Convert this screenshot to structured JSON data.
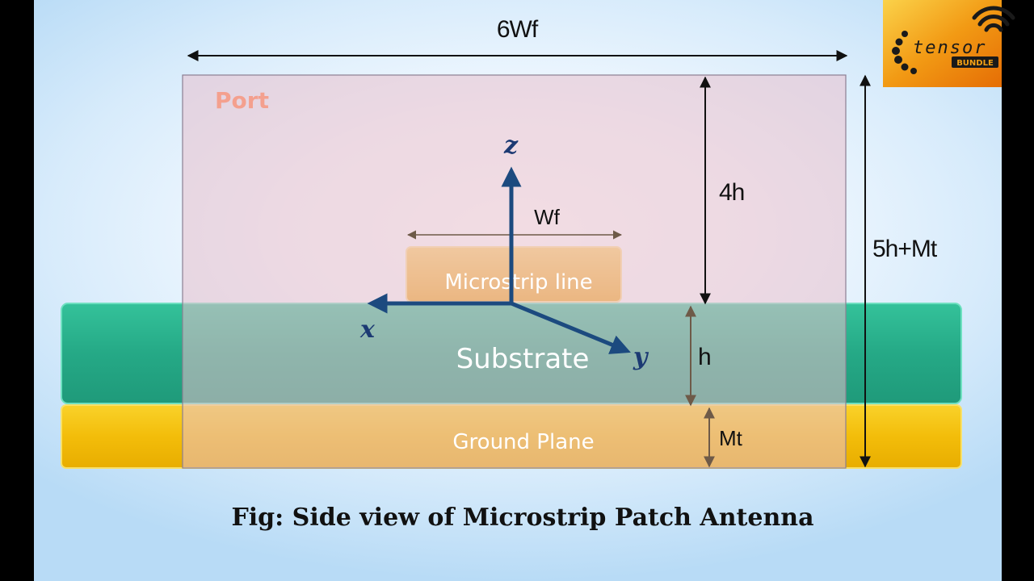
{
  "labels": {
    "top_width": "6Wf",
    "port": "Port",
    "z_axis": "z",
    "x_axis": "x",
    "y_axis": "y",
    "feed_width": "Wf",
    "microstrip": "Microstrip line",
    "substrate": "Substrate",
    "ground": "Ground Plane",
    "port_height": "4h",
    "total_height": "5h+Mt",
    "substrate_height": "h",
    "ground_thickness": "Mt"
  },
  "caption": "Fig: Side view of Microstrip Patch Antenna",
  "logo": {
    "text_top": "tensor",
    "text_bottom": "BUNDLE",
    "icon": "wifi-icon"
  },
  "colors": {
    "substrate": "#26b08c",
    "ground": "#f5c20e",
    "microstrip": "#f6bd3c",
    "port": "#e2c4cf",
    "axis": "#1c4a7f",
    "port_text": "#f4a08e"
  }
}
